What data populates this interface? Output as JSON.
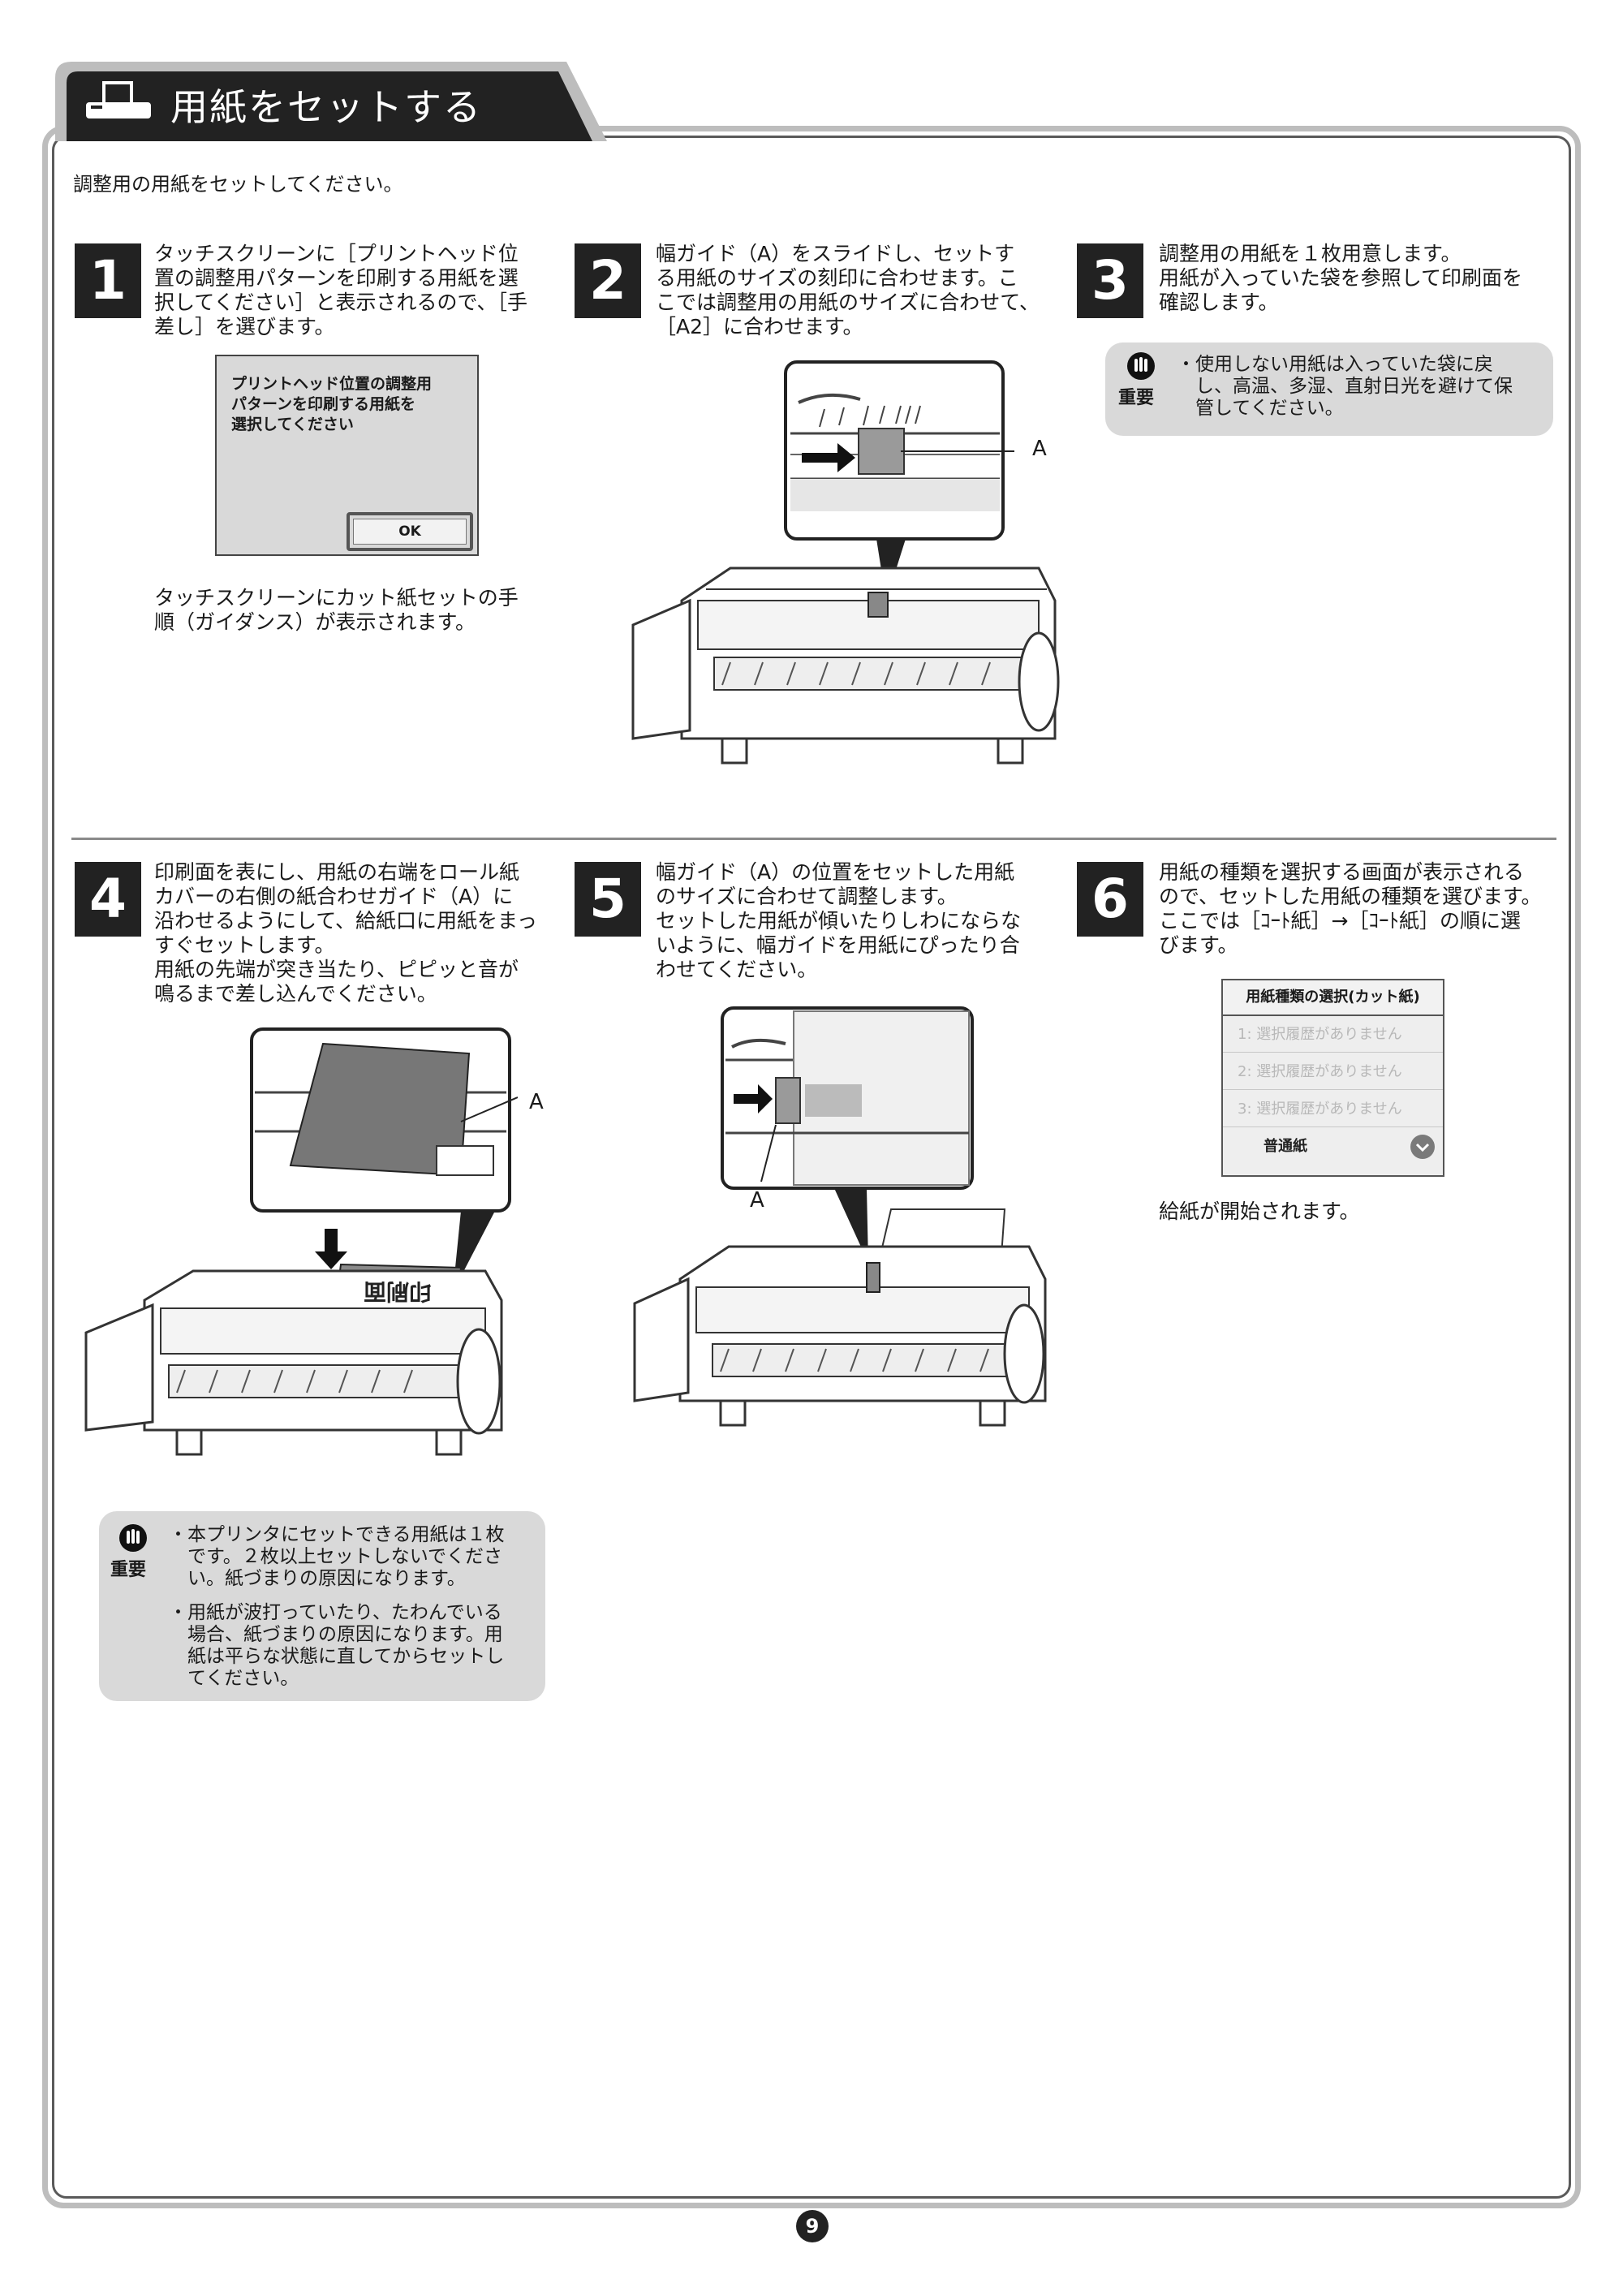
{
  "header": {
    "title": "用紙をセットする"
  },
  "intro": "調整用の用紙をセットしてください。",
  "steps": [
    {
      "number": "1",
      "lines": [
        "タッチスクリーンに［プリントヘッド位",
        "置の調整用パターンを印刷する用紙を選",
        "択してください］と表示されるので、［手",
        "差し］を選びます。"
      ]
    },
    {
      "number": "2",
      "lines": [
        "幅ガイド（A）をスライドし、セットす",
        "る用紙のサイズの刻印に合わせます。こ",
        "こでは調整用の用紙のサイズに合わせて、",
        "［A2］に合わせます。"
      ]
    },
    {
      "number": "3",
      "lines": [
        "調整用の用紙を１枚用意します。",
        "用紙が入っていた袋を参照して印刷面を",
        "確認します。"
      ]
    },
    {
      "number": "4",
      "lines": [
        "印刷面を表にし、用紙の右端をロール紙",
        "カバーの右側の紙合わせガイド（A）に",
        "沿わせるようにして、給紙口に用紙をまっ",
        "すぐセットします。",
        "用紙の先端が突き当たり、ピピッと音が",
        "鳴るまで差し込んでください。"
      ]
    },
    {
      "number": "5",
      "lines": [
        "幅ガイド（A）の位置をセットした用紙",
        "のサイズに合わせて調整します。",
        "セットした用紙が傾いたりしわにならな",
        "いように、幅ガイドを用紙にぴったり合",
        "わせてください。"
      ]
    },
    {
      "number": "6",
      "lines": [
        "用紙の種類を選択する画面が表示される",
        "ので、セットした用紙の種類を選びます。",
        "ここでは［ｺｰﾄ紙］→［ｺｰﾄ紙］の順に選",
        "びます。"
      ]
    }
  ],
  "screen1": {
    "message": [
      "プリントヘッド位置の調整用",
      "パターンを印刷する用紙を",
      "選択してください"
    ],
    "ok_label": "OK"
  },
  "step1_note": [
    "タッチスクリーンにカット紙セットの手",
    "順（ガイダンス）が表示されます。"
  ],
  "caution_label": "重要",
  "caution3": [
    "・使用しない用紙は入っていた袋に戻",
    "　し、高温、多湿、直射日光を避けて保",
    "　管してください。"
  ],
  "caution4a": [
    "・本プリンタにセットできる用紙は１枚",
    "　です。２枚以上セットしないでくださ",
    "　い。紙づまりの原因になります。"
  ],
  "caution4b": [
    "・用紙が波打っていたり、たわんでいる",
    "　場合、紙づまりの原因になります。用",
    "　紙は平らな状態に直してからセットし",
    "　てください。"
  ],
  "screen6": {
    "title": "用紙種類の選択(カット紙)",
    "rows": [
      "1:  選択履歴がありません",
      "2:  選択履歴がありません",
      "3:  選択履歴がありません"
    ],
    "selected": "普通紙"
  },
  "step6_note": "給紙が開始されます。",
  "label_a": "A",
  "paper_print": "印刷面",
  "page_number": "9"
}
